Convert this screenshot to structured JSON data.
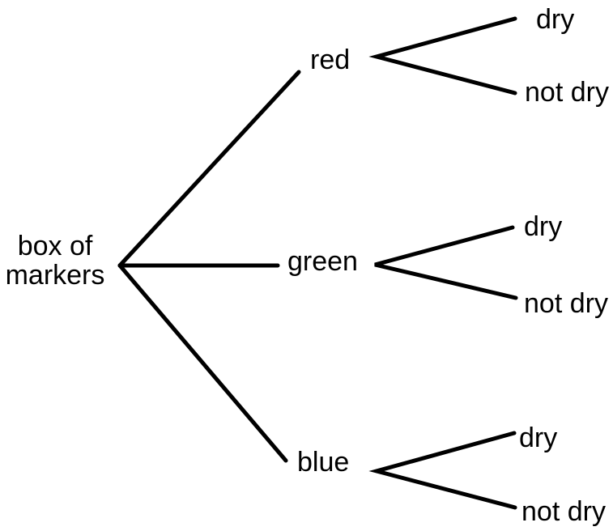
{
  "diagram": {
    "type": "tree",
    "orientation": "left-to-right",
    "colors": {
      "ink": "#000000",
      "background": "#ffffff"
    },
    "root": {
      "label": "box of markers",
      "label_line1": "box of",
      "label_line2": "markers"
    },
    "branches": [
      {
        "label": "red",
        "children": [
          {
            "label": "dry"
          },
          {
            "label": "not dry"
          }
        ]
      },
      {
        "label": "green",
        "children": [
          {
            "label": "dry"
          },
          {
            "label": "not dry"
          }
        ]
      },
      {
        "label": "blue",
        "children": [
          {
            "label": "dry"
          },
          {
            "label": "not dry"
          }
        ]
      }
    ]
  }
}
